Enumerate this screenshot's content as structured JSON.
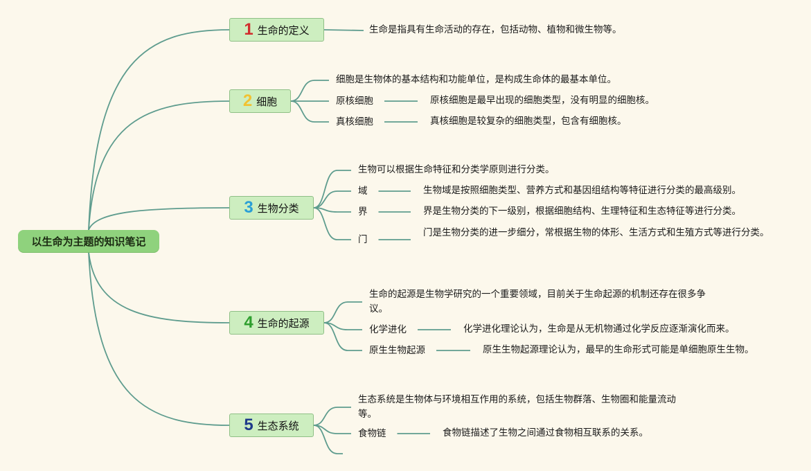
{
  "root": {
    "label": "以生命为主题的知识笔记"
  },
  "colors": {
    "line": "#5e9c8e",
    "root_bg": "#8fd27d",
    "topic_bg": "#cdeec0",
    "background": "#fcf8ec"
  },
  "topics": [
    {
      "num": "1",
      "num_color": "#d12d2d",
      "label": "生命的定义",
      "items": [
        {
          "text": "生命是指具有生命活动的存在，包括动物、植物和微生物等。"
        }
      ]
    },
    {
      "num": "2",
      "num_color": "#f1c232",
      "label": "细胞",
      "items": [
        {
          "text": "细胞是生物体的基本结构和功能单位，是构成生命体的最基本单位。"
        },
        {
          "key": "原核细胞",
          "text": "原核细胞是最早出现的细胞类型，没有明显的细胞核。"
        },
        {
          "key": "真核细胞",
          "text": "真核细胞是较复杂的细胞类型，包含有细胞核。"
        }
      ]
    },
    {
      "num": "3",
      "num_color": "#2a9fd6",
      "label": "生物分类",
      "items": [
        {
          "text": "生物可以根据生命特征和分类学原则进行分类。"
        },
        {
          "key": "域",
          "text": "生物域是按照细胞类型、营养方式和基因组结构等特征进行分类的最高级别。"
        },
        {
          "key": "界",
          "text": "界是生物分类的下一级别，根据细胞结构、生理特征和生态特征等进行分类。"
        },
        {
          "key": "门",
          "text": "门是生物分类的进一步细分，常根据生物的体形、生活方式和生殖方式等进行分类。"
        }
      ]
    },
    {
      "num": "4",
      "num_color": "#2e9e2e",
      "label": "生命的起源",
      "items": [
        {
          "text": "生命的起源是生物学研究的一个重要领域，目前关于生命起源的机制还存在很多争议。"
        },
        {
          "key": "化学进化",
          "text": "化学进化理论认为，生命是从无机物通过化学反应逐渐演化而来。"
        },
        {
          "key": "原生生物起源",
          "text": "原生生物起源理论认为，最早的生命形式可能是单细胞原生生物。"
        }
      ]
    },
    {
      "num": "5",
      "num_color": "#1f3a8a",
      "label": "生态系统",
      "items": [
        {
          "text": "生态系统是生物体与环境相互作用的系统，包括生物群落、生物圈和能量流动等。"
        },
        {
          "key": "食物链",
          "text": "食物链描述了生物之间通过食物相互联系的关系。"
        },
        {
          "text": ""
        }
      ]
    }
  ]
}
